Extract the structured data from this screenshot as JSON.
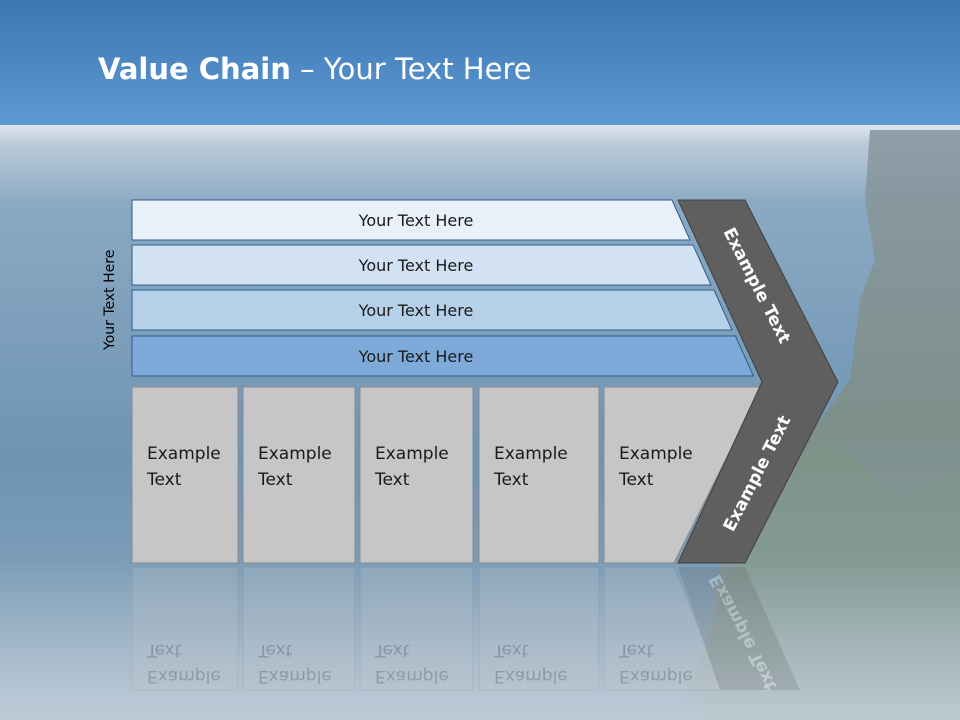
{
  "slide": {
    "title_bold": "Value Chain",
    "title_rest": " – Your Text Here",
    "vertical_label": "Your Text Here"
  },
  "bars": [
    {
      "label": "Your Text Here",
      "fill": "#e8f0f9"
    },
    {
      "label": "Your Text Here",
      "fill": "#d2e2f3"
    },
    {
      "label": "Your Text Here",
      "fill": "#b6d0ea"
    },
    {
      "label": "Your Text Here",
      "fill": "#7eaad9"
    }
  ],
  "columns": [
    {
      "line1": "Example",
      "line2": "Text"
    },
    {
      "line1": "Example",
      "line2": "Text"
    },
    {
      "line1": "Example",
      "line2": "Text"
    },
    {
      "line1": "Example",
      "line2": "Text"
    },
    {
      "line1": "Example",
      "line2": "Text"
    }
  ],
  "chevron": {
    "upper_label": "Example Text",
    "lower_label": "Example Text",
    "fill": "#5f5f5f"
  },
  "colors": {
    "sky_top": "#3f78b3",
    "sky_mid": "#5f99d2",
    "sea": "#6c93b2",
    "column_fill": "#c6c6c6",
    "bar_border": "#2c5d8a"
  }
}
